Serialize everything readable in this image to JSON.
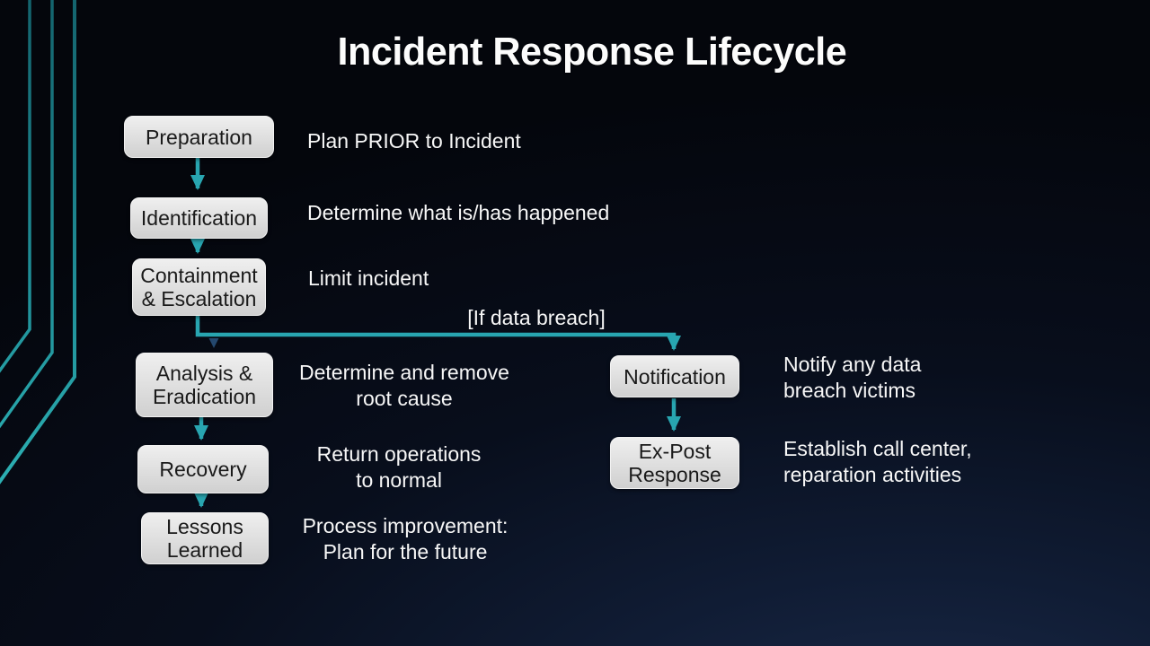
{
  "slide": {
    "title": "Incident Response Lifecycle"
  },
  "colors": {
    "background_dark": "#04060c",
    "background_navy": "#1b2b4a",
    "accent_teal_arrow": "#28a5b0",
    "accent_teal_line_top": "#14646e",
    "accent_teal_line_bottom": "#2db3b6",
    "box_fill": "#dedede",
    "box_text": "#1a1a1a",
    "body_text": "#f7f7f7",
    "branch_connector_navy": "#24486e"
  },
  "flow": {
    "main_steps": [
      {
        "label": "Preparation",
        "description": "Plan PRIOR to Incident"
      },
      {
        "label": "Identification",
        "description": "Determine what is/has happened"
      },
      {
        "label": "Containment\n& Escalation",
        "description": "Limit incident"
      },
      {
        "label": "Analysis &\nEradication",
        "description": "Determine and remove\nroot cause"
      },
      {
        "label": "Recovery",
        "description": "Return operations\nto normal"
      },
      {
        "label": "Lessons\nLearned",
        "description": "Process improvement:\nPlan for the future"
      }
    ],
    "branch_label": "[If data breach]",
    "branch_steps": [
      {
        "label": "Notification",
        "description": "Notify any data\nbreach victims"
      },
      {
        "label": "Ex-Post\nResponse",
        "description": "Establish call center,\nreparation activities"
      }
    ]
  }
}
